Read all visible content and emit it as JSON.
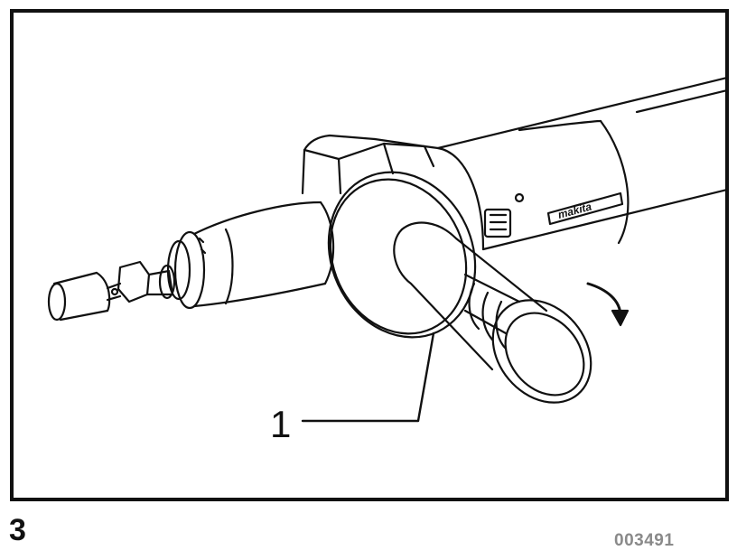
{
  "figure": {
    "number": "3",
    "image_code": "003491",
    "callout_label": "1",
    "brand_marking": "makita"
  },
  "parts": [
    {
      "callout": "1",
      "name": "side-grip"
    }
  ],
  "colors": {
    "line": "#111111",
    "background": "#ffffff",
    "code_text": "#8a8a8a"
  },
  "icons": [
    "rotation-arrow-icon",
    "leader-line"
  ]
}
